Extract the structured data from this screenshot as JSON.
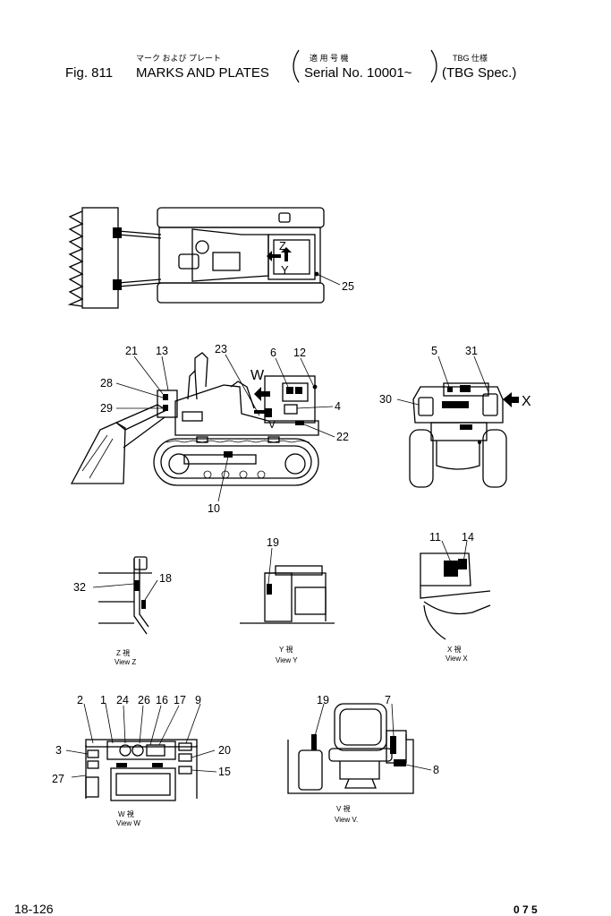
{
  "header": {
    "fig_label": "Fig. 811",
    "title_jp": "マーク および プレート",
    "title_en": "MARKS AND PLATES",
    "serial_jp": "適 用 号 機",
    "serial_en": "Serial No. 10001~",
    "spec_jp": "TBG 仕様",
    "spec_en": "(TBG Spec.)"
  },
  "callouts": {
    "c1": "1",
    "c2": "2",
    "c3": "3",
    "c4": "4",
    "c5": "5",
    "c6": "6",
    "c7": "7",
    "c8": "8",
    "c9": "9",
    "c10": "10",
    "c11": "11",
    "c12": "12",
    "c13": "13",
    "c14": "14",
    "c15": "15",
    "c16": "16",
    "c17": "17",
    "c18": "18",
    "c19a": "19",
    "c19b": "19",
    "c20": "20",
    "c21": "21",
    "c22": "22",
    "c23": "23",
    "c24": "24",
    "c25": "25",
    "c26": "26",
    "c27": "27",
    "c28": "28",
    "c29": "29",
    "c30": "30",
    "c31": "31",
    "c32": "32"
  },
  "view_letters": {
    "w": "W",
    "v": "V",
    "x": "X",
    "y": "Y",
    "z": "Z"
  },
  "views": {
    "z_jp": "Z 視",
    "z_en": "View Z",
    "y_jp": "Y 視",
    "y_en": "View Y",
    "x_jp": "X 視",
    "x_en": "View X",
    "w_jp": "W 視",
    "w_en": "View W",
    "v_jp": "V 視",
    "v_en": "View V."
  },
  "footer": {
    "page_number": "18-126",
    "code": "0 7 5"
  }
}
